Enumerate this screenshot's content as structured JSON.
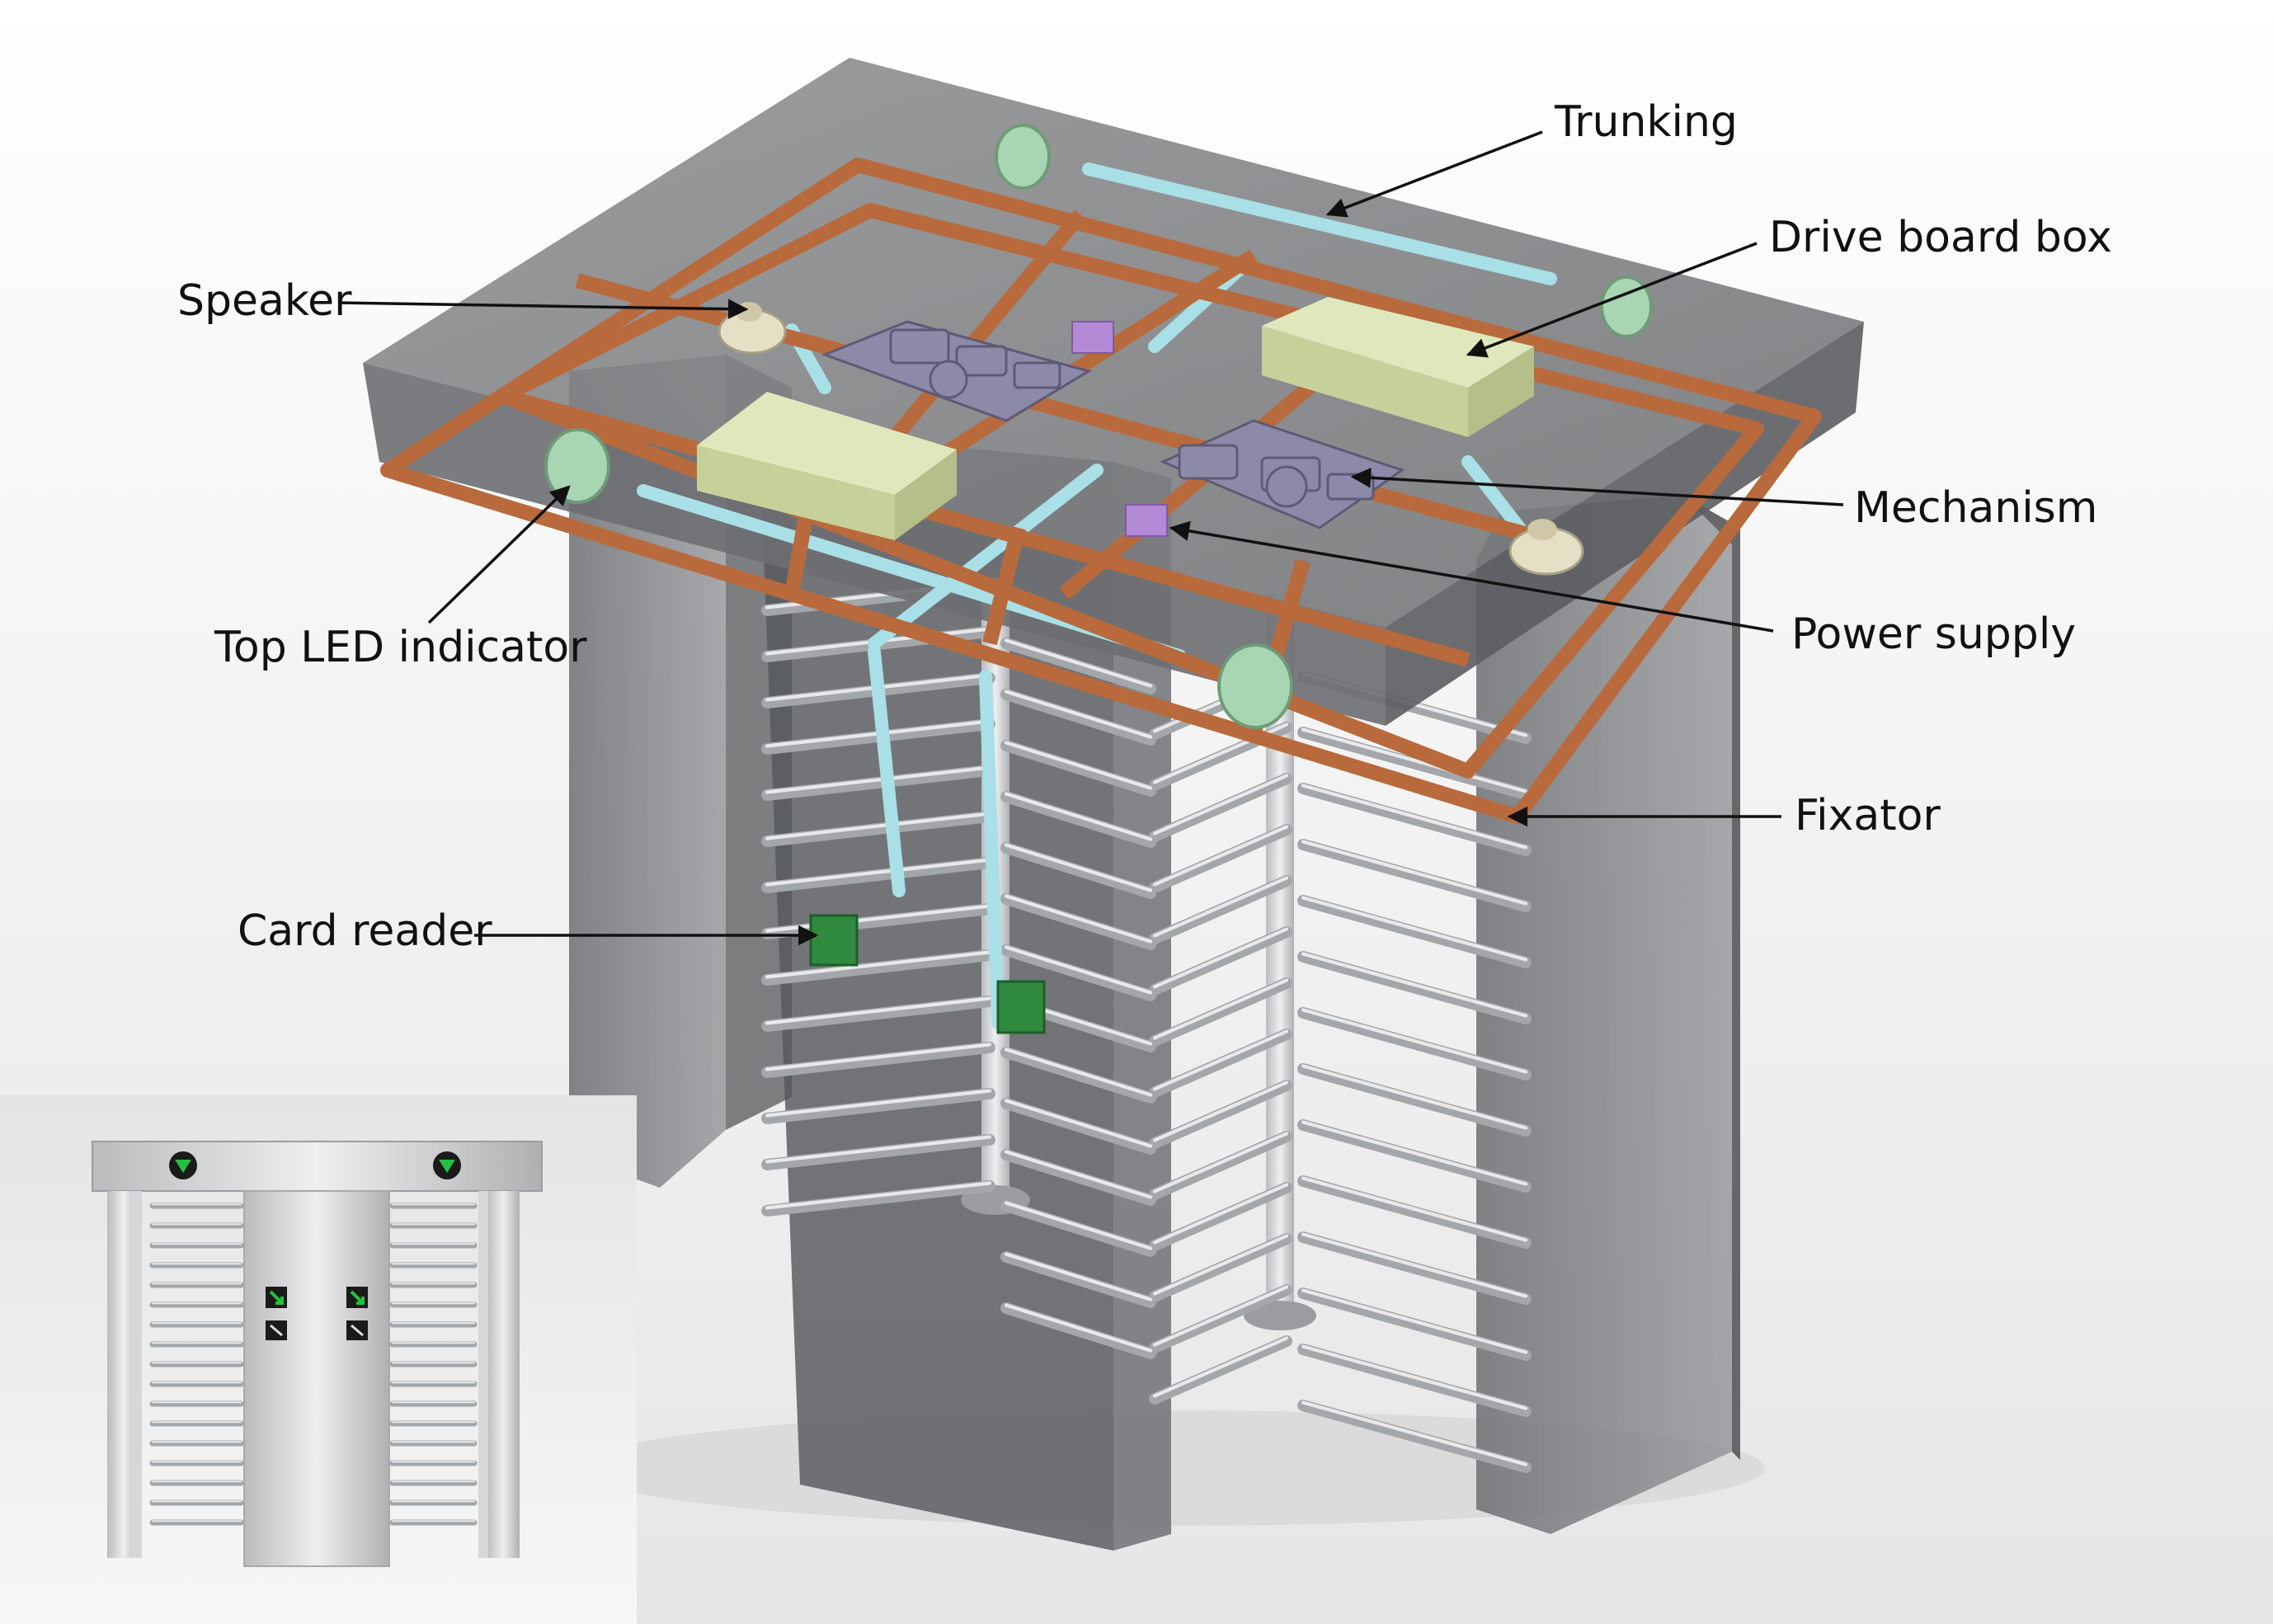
{
  "callouts": {
    "trunking": "Trunking",
    "drive_board_box": "Drive board box",
    "speaker": "Speaker",
    "mechanism": "Mechanism",
    "power_supply": "Power supply",
    "top_led_indicator": "Top LED indicator",
    "fixator": "Fixator",
    "card_reader": "Card reader"
  },
  "colors": {
    "housing_glass": "#7d7f82",
    "fixator_frame": "#b86a3c",
    "trunking": "#a9dfe6",
    "drive_board_box": "#cdd8a8",
    "mechanism": "#8d89a8",
    "power_supply": "#b48ad6",
    "led_indicator": "#a8d6b2",
    "card_reader": "#2f8a3f",
    "arrow_green": "#22c13f",
    "stainless": "#c9cbcd"
  },
  "icons": [
    "speaker-icon",
    "led-indicator-icon",
    "arrow-down-icon",
    "diagonal-arrow-icon",
    "forbidden-icon"
  ]
}
